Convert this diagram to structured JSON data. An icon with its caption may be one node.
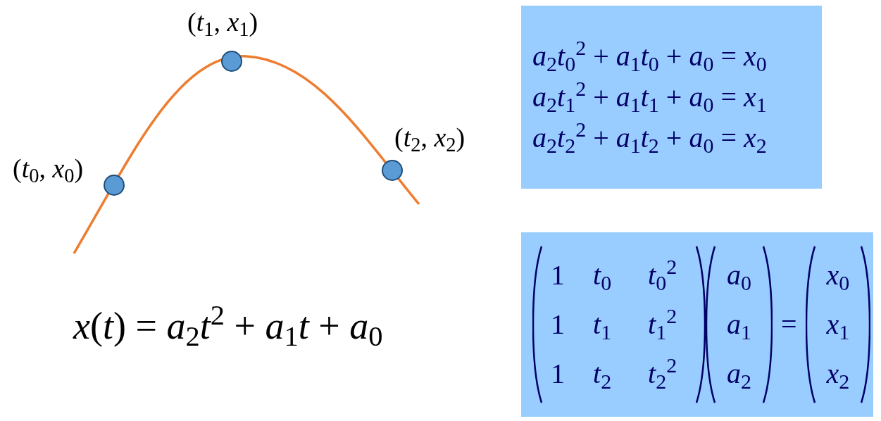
{
  "diagram": {
    "nodes": [
      {
        "text": [],
        "shape": "circle",
        "beside": [
          "(*t*$_{0}$, *x*$_{0}$)"
        ]
      },
      {
        "text": [],
        "shape": "circle",
        "beside": [
          "(*t*$_{1}$, *x*$_{1}$)"
        ]
      },
      {
        "text": [],
        "shape": "circle",
        "beside": [
          "(*t*$_{2}$, *x*$_{2}$)"
        ]
      },
      {
        "text": [
          "*a*$_{2}$*t*$_{0}$$^{2}$ + *a*$_{1}$*t*$_{0}$ + *a*$_{0}$ = *x*$_{0}$",
          "*a*$_{2}$*t*$_{1}$$^{2}$ + *a*$_{1}$*t*$_{1}$ + *a*$_{0}$ = *x*$_{1}$",
          "*a*$_{2}$*t*$_{2}$$^{2}$ + *a*$_{1}$*t*$_{2}$ + *a*$_{0}$ = *x*$_{2}$"
        ]
      },
      {
        "text": [
          "1",
          "*t*$_{0}$",
          "*t*$_{0}$$^{2}$",
          "1",
          "*t*$_{1}$",
          "*t*$_{1}$$^{2}$",
          "1",
          "*t*$_{2}$",
          "*t*$_{2}$$^{2}$",
          "*a*$_{0}$",
          "*a*$_{1}$",
          "*a*$_{2}$",
          "=",
          "*x*$_{0}$",
          "*x*$_{1}$",
          "*x*$_{2}$"
        ]
      }
    ],
    "labels": [
      "*x*(*t*) = *a*$_{2}$*t*$^{2}$ + *a*$_{1}$*t* + *a*$_{0}$"
    ]
  }
}
